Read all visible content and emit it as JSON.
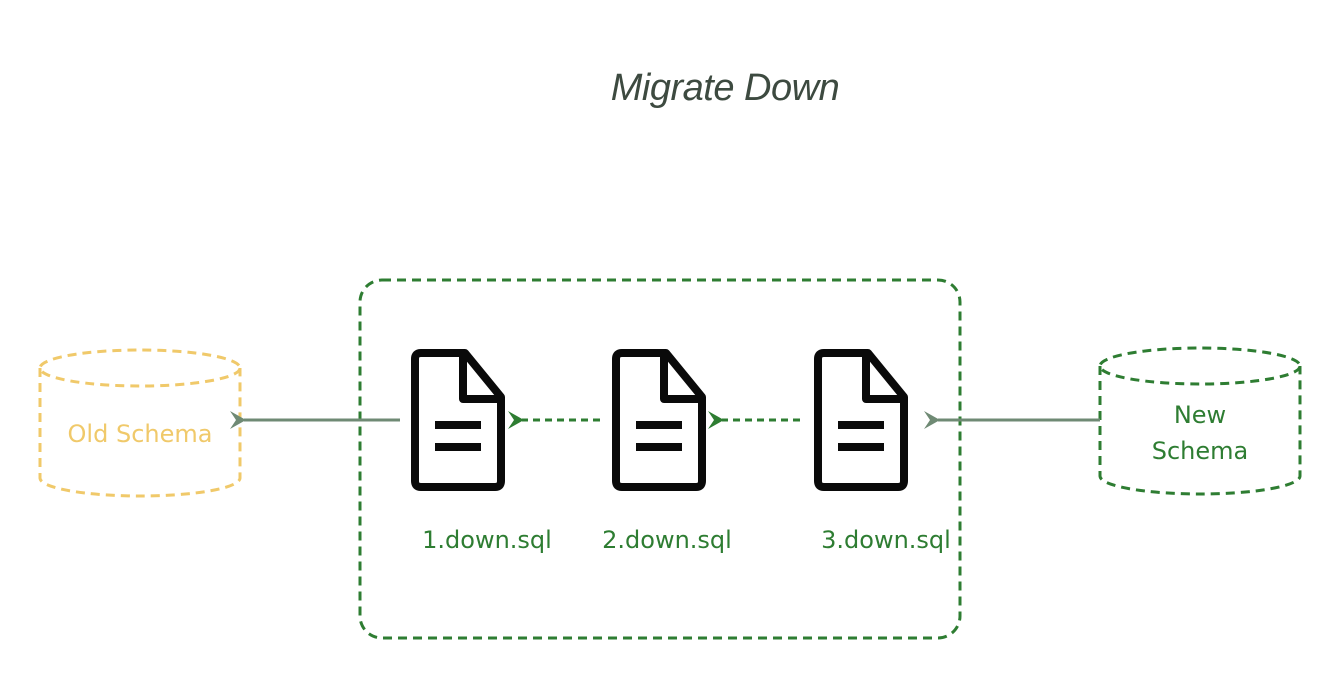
{
  "title": "Migrate Down",
  "old_schema": {
    "label": "Old Schema"
  },
  "new_schema": {
    "label_line1": "New",
    "label_line2": "Schema"
  },
  "files": [
    {
      "label": "1.down.sql"
    },
    {
      "label": "2.down.sql"
    },
    {
      "label": "3.down.sql"
    }
  ],
  "icons": {
    "database": "cylinder-database-icon",
    "file": "document-file-icon"
  },
  "colors": {
    "title": "#3d4a40",
    "green": "#2e7d32",
    "yellow": "#f0c96a",
    "arrow_gray": "#6f8a74",
    "file_black": "#0a0a0a"
  }
}
